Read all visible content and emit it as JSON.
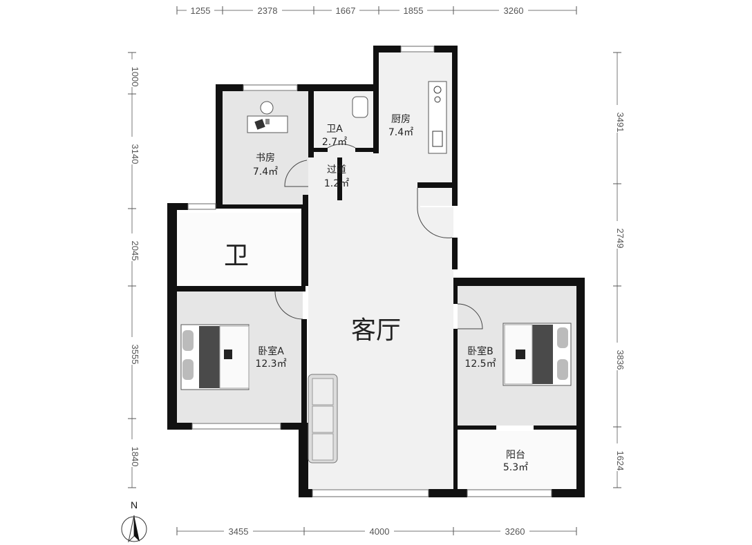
{
  "dimensions": {
    "top": [
      "1255",
      "2378",
      "1667",
      "1855",
      "3260"
    ],
    "bottom": [
      "3455",
      "4000",
      "3260"
    ],
    "left": [
      "1000",
      "3140",
      "2045",
      "3555",
      "1840"
    ],
    "right": [
      "3491",
      "2749",
      "3836",
      "1624"
    ]
  },
  "rooms": {
    "study": {
      "name": "书房",
      "area": "7.4㎡"
    },
    "bath_a": {
      "name": "卫A",
      "area": "2.7㎡"
    },
    "kitchen": {
      "name": "厨房",
      "area": "7.4㎡"
    },
    "hallway": {
      "name": "过道",
      "area": "1.2㎡"
    },
    "bath": {
      "name": "卫"
    },
    "living": {
      "name": "客厅"
    },
    "bedroom_a": {
      "name": "卧室A",
      "area": "12.3㎡"
    },
    "bedroom_b": {
      "name": "卧室B",
      "area": "12.5㎡"
    },
    "balcony": {
      "name": "阳台",
      "area": "5.3㎡"
    }
  },
  "compass": {
    "label": "N"
  }
}
